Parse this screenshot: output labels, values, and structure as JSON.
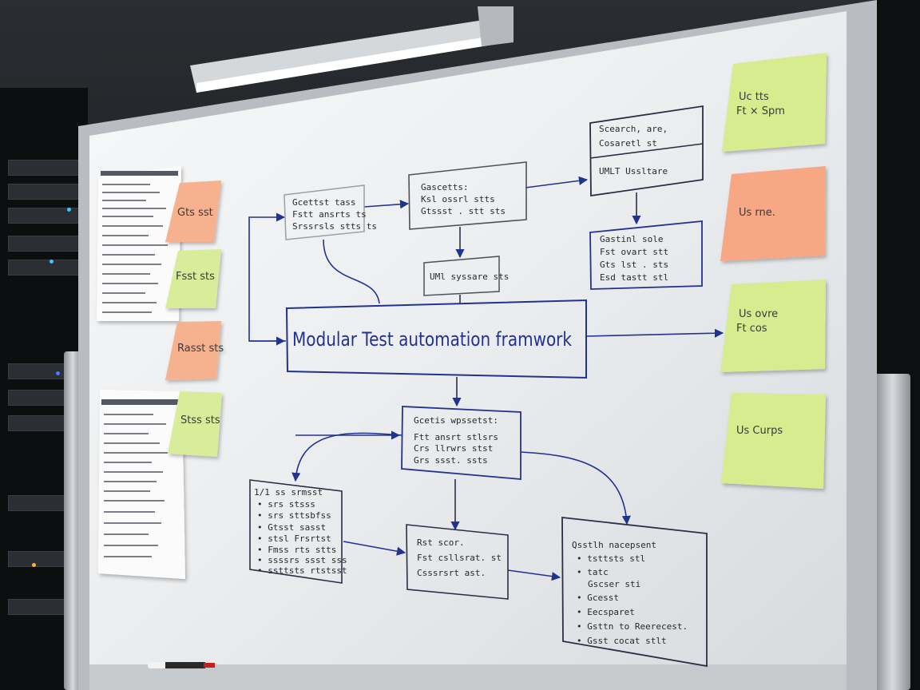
{
  "main_box": {
    "label": "Modular Test automation framwork"
  },
  "boxes": [
    {
      "lines": [
        "Gcettst tass",
        "Fstt ansrts ts",
        "Srssrsls stts ts"
      ]
    },
    {
      "lines": [
        "Gascetts:",
        "Ksl ossrl  stts",
        "Gtssst  .  stt   sts"
      ]
    },
    {
      "lines": [
        "Scearch, are,",
        "Cosaretl  st"
      ]
    },
    {
      "lines": [
        "UMLT  Ussltare"
      ]
    },
    {
      "lines": [
        "Gastinl sole",
        "Fst  ovart  stt",
        "Gts  lst   .  sts",
        "Esd  tastt  stl"
      ]
    },
    {
      "lines": [
        "UMl  syssare  sts"
      ]
    },
    {
      "lines": [
        "Gcetis wpssetst:",
        "Ftt  ansrt   stlsrs",
        "Crs  llrwrs   stst",
        "Grs  ssst.   ssts"
      ]
    },
    {
      "lines": [
        "1/1 ss srmsst",
        "• srs stsss",
        "• srs  sttsbfss",
        "• Gtsst sasst",
        "• stsl  Frsrtst",
        "• Fmss  rts stts",
        "• ssssrs  ssst sss",
        "• ssttsts  rtstsst"
      ]
    },
    {
      "lines": [
        "Rst  scor.",
        "Fst  csllsrat.  st",
        "Csssrsrt   ast."
      ]
    },
    {
      "lines": [
        "Qsstlh  nacepsent",
        "•  tsttsts   stl",
        "•  tatc",
        "Gscser  sti",
        "•  Gcesst",
        "•  Eecsparet",
        "•  Gsttn  to  Reerecest.",
        "•  Gsst  cocat  stlt"
      ]
    }
  ],
  "sticky_notes_left": [
    {
      "text": "Gts  sst",
      "color": "#f6b28e"
    },
    {
      "text": "Fsst  sts",
      "color": "#d9ec9a"
    },
    {
      "text": "Rasst   sts",
      "color": "#f6b28e"
    },
    {
      "text": "Stss  sts",
      "color": "#d9ec9a"
    }
  ],
  "sticky_notes_right": [
    {
      "lines": [
        "Uc  tts",
        "Ft  ×  Spm"
      ],
      "color": "#d6ec8e"
    },
    {
      "lines": [
        "Us  rne."
      ],
      "color": "#f7a783"
    },
    {
      "lines": [
        "Us  ovre",
        "Ft  cos"
      ],
      "color": "#d6ec8e"
    },
    {
      "lines": [
        "Us  Curps"
      ],
      "color": "#d6ec8e"
    }
  ],
  "colors": {
    "ink": "#22338f",
    "ink_dark": "#26292e",
    "board": "#eef0f2",
    "frame": "#b9bdc2"
  }
}
